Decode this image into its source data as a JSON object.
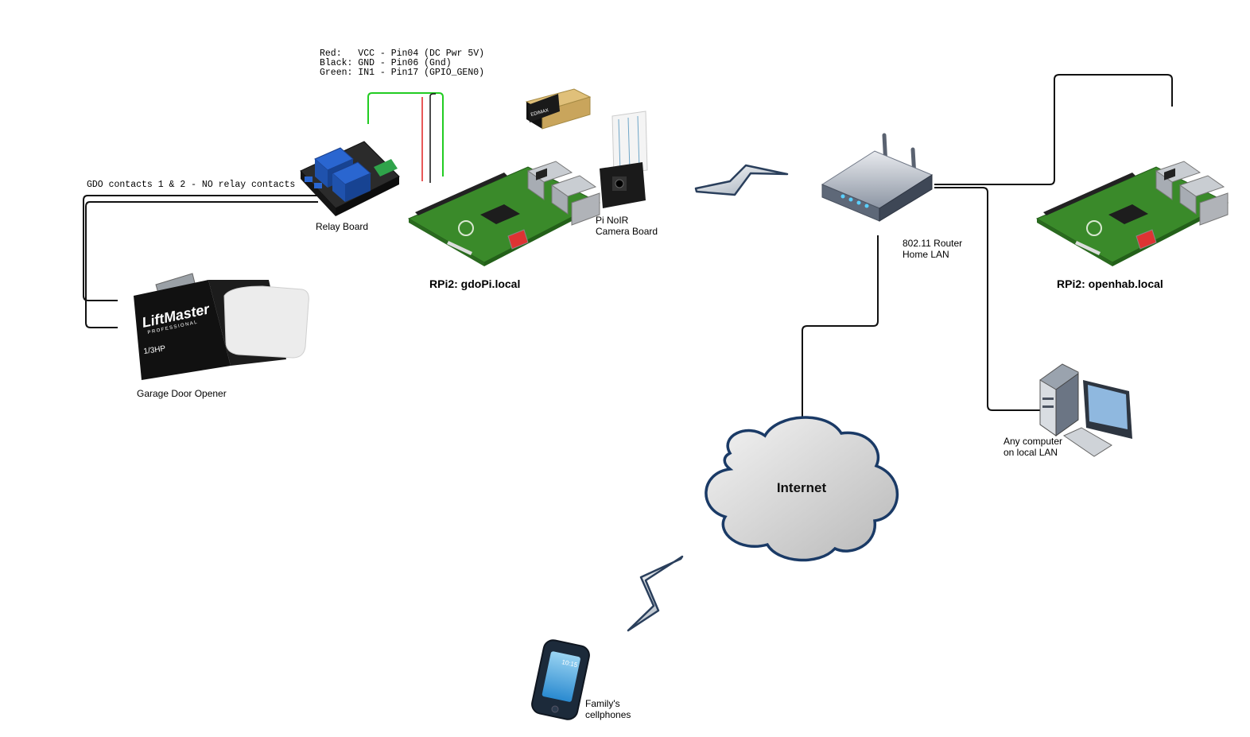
{
  "wiring_note": {
    "red": "Red:   VCC - Pin04 (DC Pwr 5V)",
    "black": "Black: GND - Pin06 (Gnd)",
    "green": "Green: IN1 - Pin17 (GPIO_GEN0)"
  },
  "gdo_contacts_note": "GDO contacts 1 & 2 - NO relay contacts",
  "labels": {
    "relay_board": "Relay Board",
    "garage_door_opener": "Garage Door Opener",
    "gdopi": "RPi2: gdoPi.local",
    "camera_line1": "Pi NoIR",
    "camera_line2": "Camera Board",
    "router_line1": "802.11 Router",
    "router_line2": "Home LAN",
    "openhab": "RPi2: openhab.local",
    "computer_line1": "Any computer",
    "computer_line2": "on local LAN",
    "internet": "Internet",
    "phones_line1": "Family's",
    "phones_line2": "cellphones"
  },
  "device_text": {
    "liftmaster_brand": "LiftMaster",
    "liftmaster_sub": "PROFESSIONAL",
    "liftmaster_hp": "1/3HP",
    "wifi_dongle_brand": "EDIMAX",
    "phone_time": "10:15"
  },
  "colors": {
    "wire_red": "#e02020",
    "wire_green": "#22cc22",
    "wire_black": "#111111",
    "cloud_outline": "#1a3a66",
    "pcb_green": "#3f8f2c"
  }
}
